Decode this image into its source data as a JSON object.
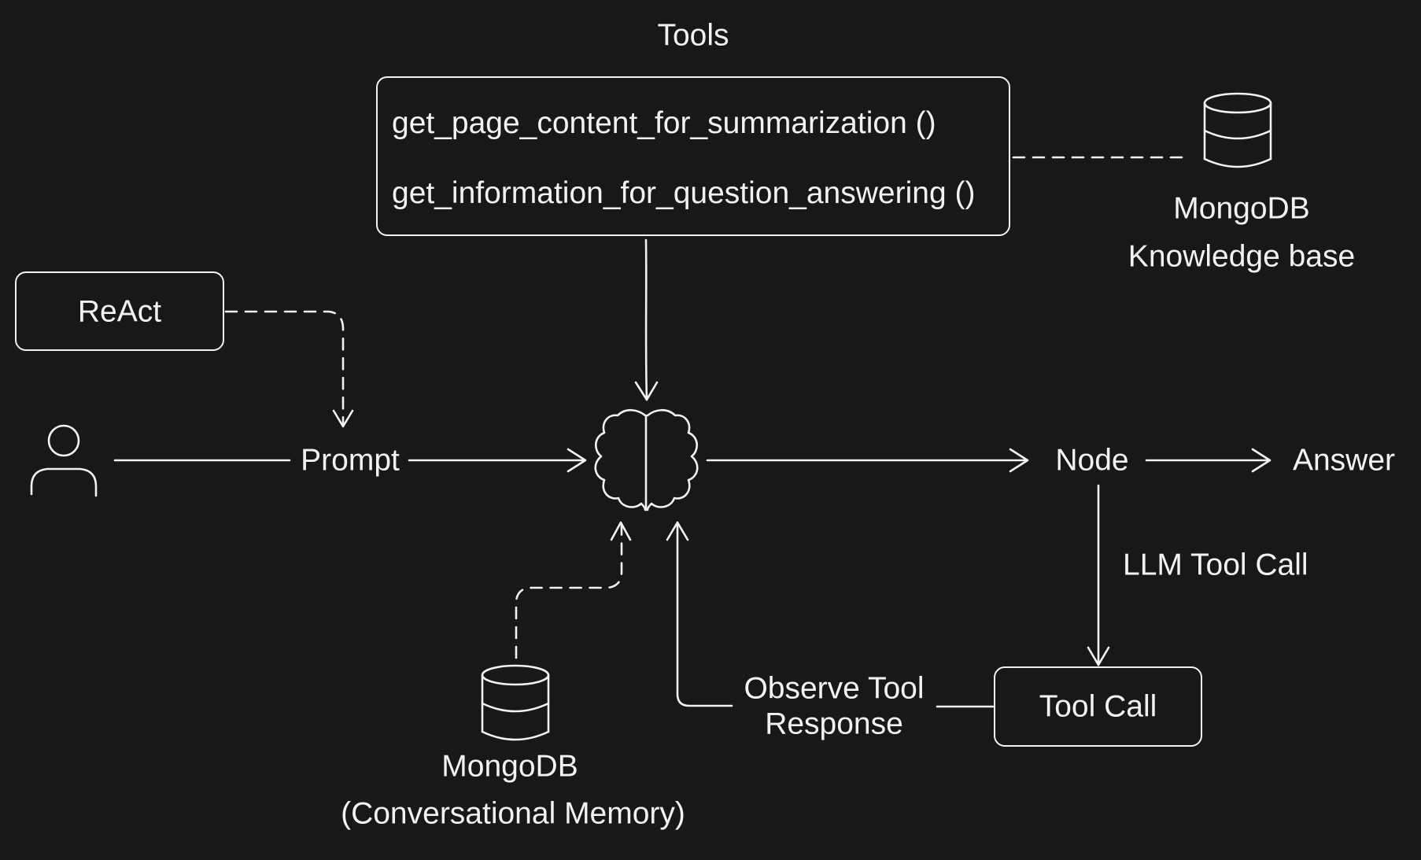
{
  "tools": {
    "title": "Tools",
    "functions": [
      "get_page_content_for_summarization ()",
      "get_information_for_question_answering ()"
    ]
  },
  "knowledge_base": {
    "icon": "database-icon",
    "line1": "MongoDB",
    "line2": "Knowledge base"
  },
  "react": {
    "label": "ReAct"
  },
  "user": {
    "icon": "user-icon"
  },
  "prompt": {
    "label": "Prompt"
  },
  "llm": {
    "icon": "brain-icon"
  },
  "node": {
    "label": "Node"
  },
  "answer": {
    "label": "Answer"
  },
  "llm_tool_call": {
    "label": "LLM Tool Call"
  },
  "tool_call": {
    "label": "Tool Call"
  },
  "observe": {
    "line1": "Observe Tool",
    "line2": "Response"
  },
  "memory": {
    "icon": "database-icon",
    "line1": "MongoDB",
    "line2": "(Conversational Memory)"
  },
  "colors": {
    "background": "#181818",
    "stroke": "#f2f2f2"
  }
}
